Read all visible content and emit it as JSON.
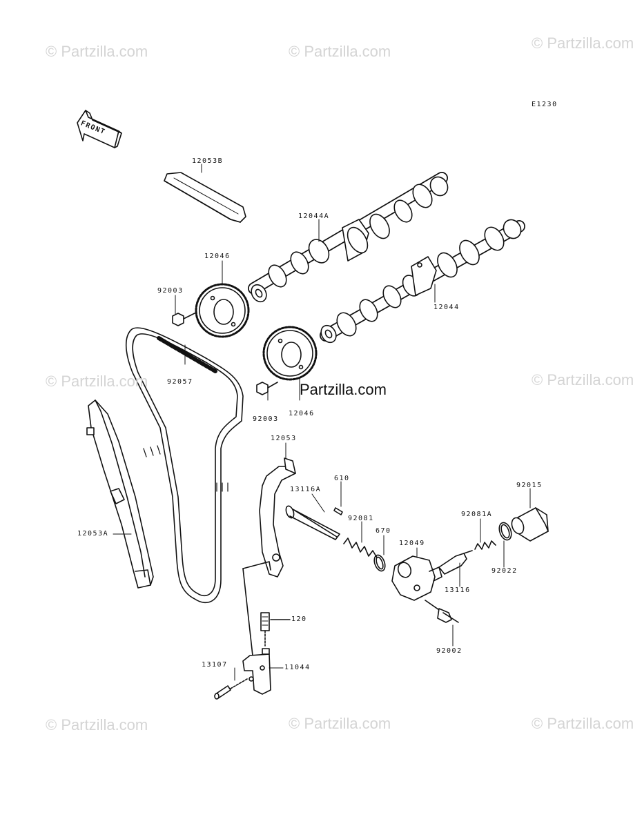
{
  "diagram_code": "E1230",
  "front_label": "FRONT",
  "brand": "Partzilla.com",
  "watermark": "© Partzilla.com",
  "parts": [
    {
      "id": "p-12053b",
      "num": "12053B"
    },
    {
      "id": "p-12044a",
      "num": "12044A"
    },
    {
      "id": "p-12046-top",
      "num": "12046"
    },
    {
      "id": "p-92003-top",
      "num": "92003"
    },
    {
      "id": "p-12044",
      "num": "12044"
    },
    {
      "id": "p-92057",
      "num": "92057"
    },
    {
      "id": "p-92003-bot",
      "num": "92003"
    },
    {
      "id": "p-12046-bot",
      "num": "12046"
    },
    {
      "id": "p-12053",
      "num": "12053"
    },
    {
      "id": "p-610",
      "num": "610"
    },
    {
      "id": "p-13116a",
      "num": "13116A"
    },
    {
      "id": "p-92015",
      "num": "92015"
    },
    {
      "id": "p-92081",
      "num": "92081"
    },
    {
      "id": "p-670",
      "num": "670"
    },
    {
      "id": "p-12049",
      "num": "12049"
    },
    {
      "id": "p-92081a",
      "num": "92081A"
    },
    {
      "id": "p-12053a",
      "num": "12053A"
    },
    {
      "id": "p-92022",
      "num": "92022"
    },
    {
      "id": "p-13116",
      "num": "13116"
    },
    {
      "id": "p-120",
      "num": "120"
    },
    {
      "id": "p-92002",
      "num": "92002"
    },
    {
      "id": "p-13107",
      "num": "13107"
    },
    {
      "id": "p-11044",
      "num": "11044"
    }
  ]
}
